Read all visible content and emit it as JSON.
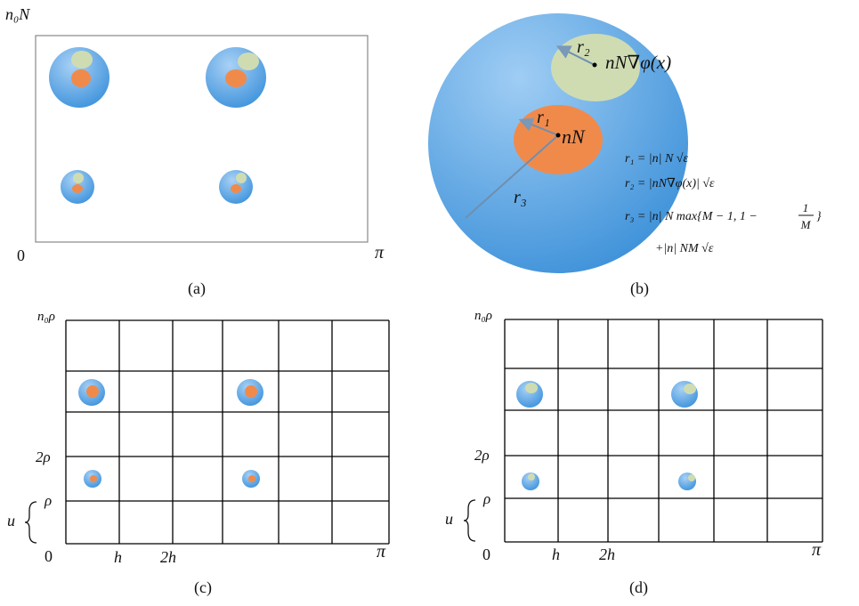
{
  "panel_a": {
    "caption": "(a)",
    "y_top_label": "n₀N",
    "x_origin_label": "0",
    "x_end_label": "π"
  },
  "panel_b": {
    "caption": "(b)",
    "r1_label": "r₁",
    "r2_label": "r₂",
    "r3_label": "r₃",
    "center_label": "nN",
    "gradient_label": "nN∇φ(x)",
    "eq1": "r₁ = |n| N √ε",
    "eq2": "r₂ = |nN∇φ(x)| √ε",
    "eq3_lhs": "r₃ = |n| N max{M − 1, 1 −",
    "eq3_frac_num": "1",
    "eq3_frac_den": "M",
    "eq3_close": "}",
    "eq4": "+|n| NM √ε"
  },
  "panel_c": {
    "caption": "(c)",
    "y_top_label": "n₀ρ",
    "y_2rho_label": "2ρ",
    "y_rho_label": "ρ",
    "u_label": "u",
    "x_origin_label": "0",
    "x_h_label": "h",
    "x_2h_label": "2h",
    "x_end_label": "π"
  },
  "panel_d": {
    "caption": "(d)",
    "y_top_label": "n₀ρ",
    "y_2rho_label": "2ρ",
    "y_rho_label": "ρ",
    "u_label": "u",
    "x_origin_label": "0",
    "x_h_label": "h",
    "x_2h_label": "2h",
    "x_end_label": "π"
  },
  "colors": {
    "blue_outer": "#4a9be0",
    "blue_light": "#a9d1f5",
    "orange": "#f08a4b",
    "green": "#cfdcb2",
    "grid": "#000000"
  }
}
